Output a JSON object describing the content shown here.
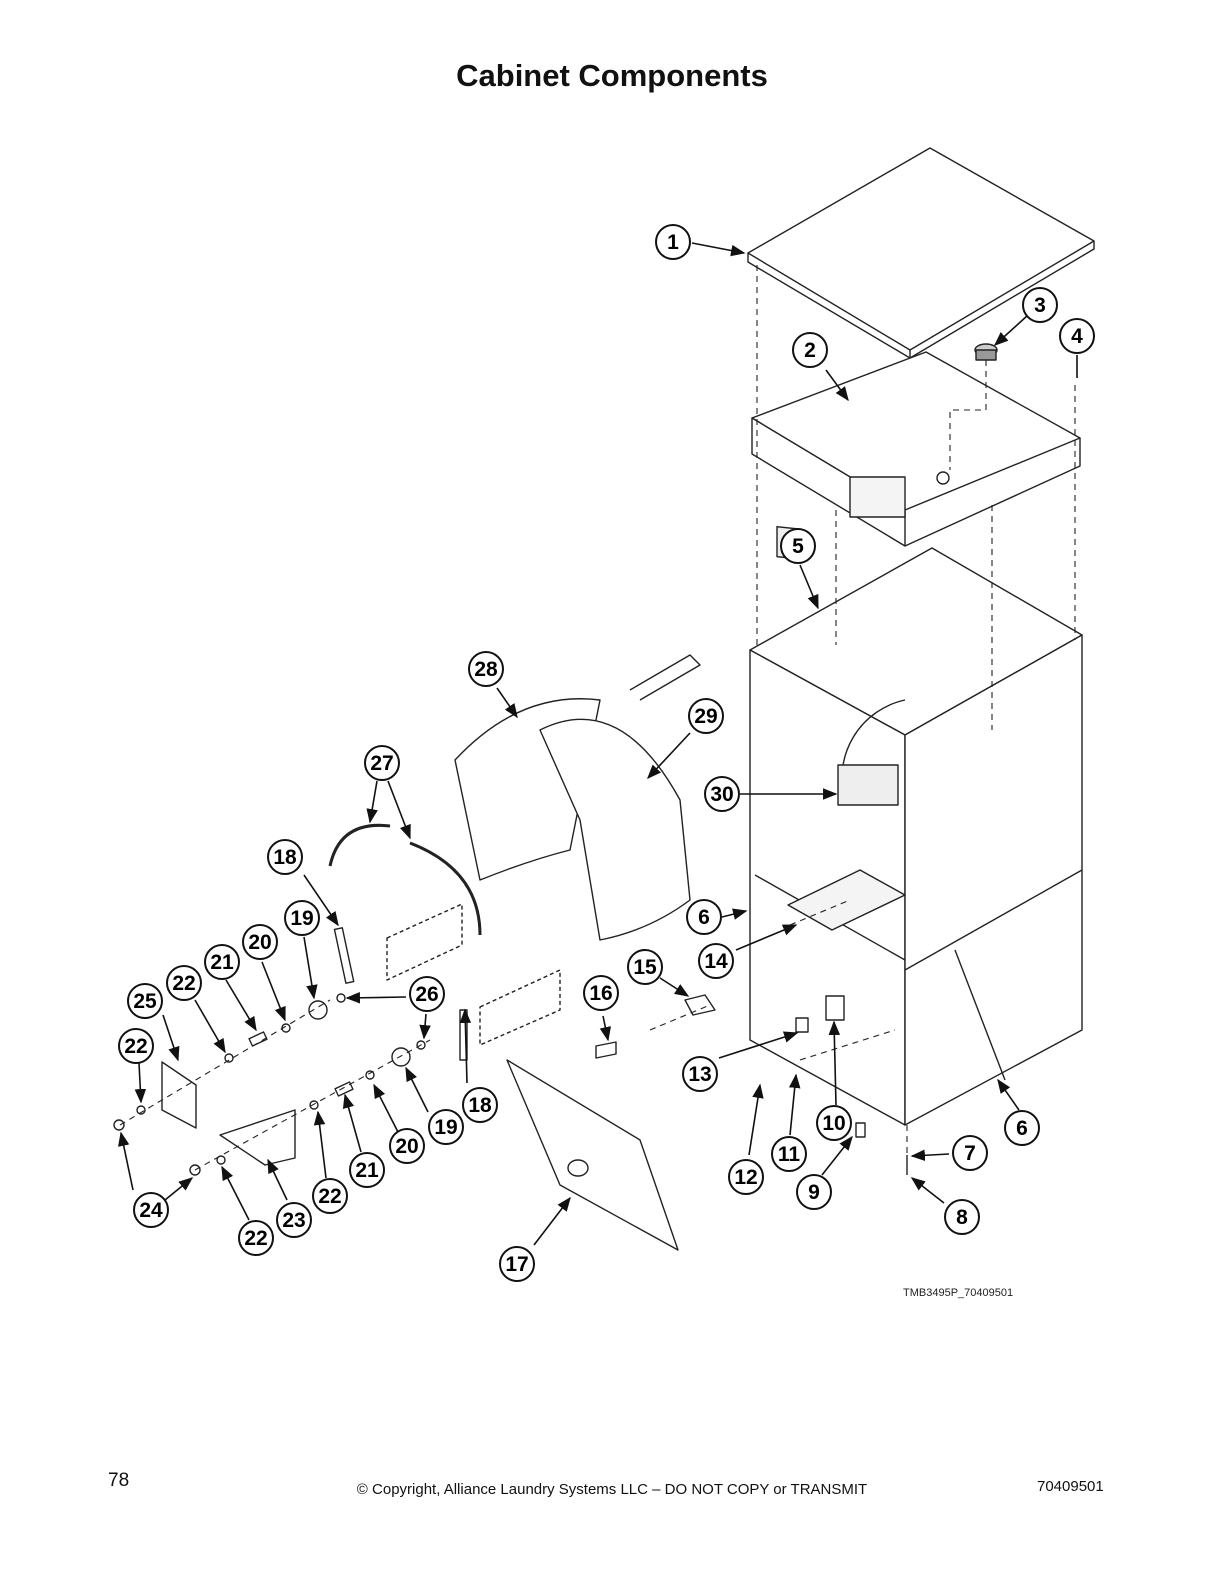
{
  "page": {
    "title": "Cabinet Components",
    "figure_id": "TMB3495P_70409501",
    "page_number": "78",
    "copyright": "© Copyright, Alliance Laundry Systems LLC – DO NOT COPY or TRANSMIT",
    "doc_number": "70409501"
  },
  "callouts": [
    {
      "label": "1"
    },
    {
      "label": "2"
    },
    {
      "label": "3"
    },
    {
      "label": "4"
    },
    {
      "label": "5"
    },
    {
      "label": "6"
    },
    {
      "label": "6"
    },
    {
      "label": "7"
    },
    {
      "label": "8"
    },
    {
      "label": "9"
    },
    {
      "label": "10"
    },
    {
      "label": "11"
    },
    {
      "label": "12"
    },
    {
      "label": "13"
    },
    {
      "label": "14"
    },
    {
      "label": "15"
    },
    {
      "label": "16"
    },
    {
      "label": "17"
    },
    {
      "label": "18"
    },
    {
      "label": "18"
    },
    {
      "label": "19"
    },
    {
      "label": "19"
    },
    {
      "label": "20"
    },
    {
      "label": "20"
    },
    {
      "label": "21"
    },
    {
      "label": "21"
    },
    {
      "label": "22"
    },
    {
      "label": "22"
    },
    {
      "label": "22"
    },
    {
      "label": "22"
    },
    {
      "label": "23"
    },
    {
      "label": "24"
    },
    {
      "label": "25"
    },
    {
      "label": "26"
    },
    {
      "label": "27"
    },
    {
      "label": "28"
    },
    {
      "label": "29"
    },
    {
      "label": "30"
    }
  ]
}
